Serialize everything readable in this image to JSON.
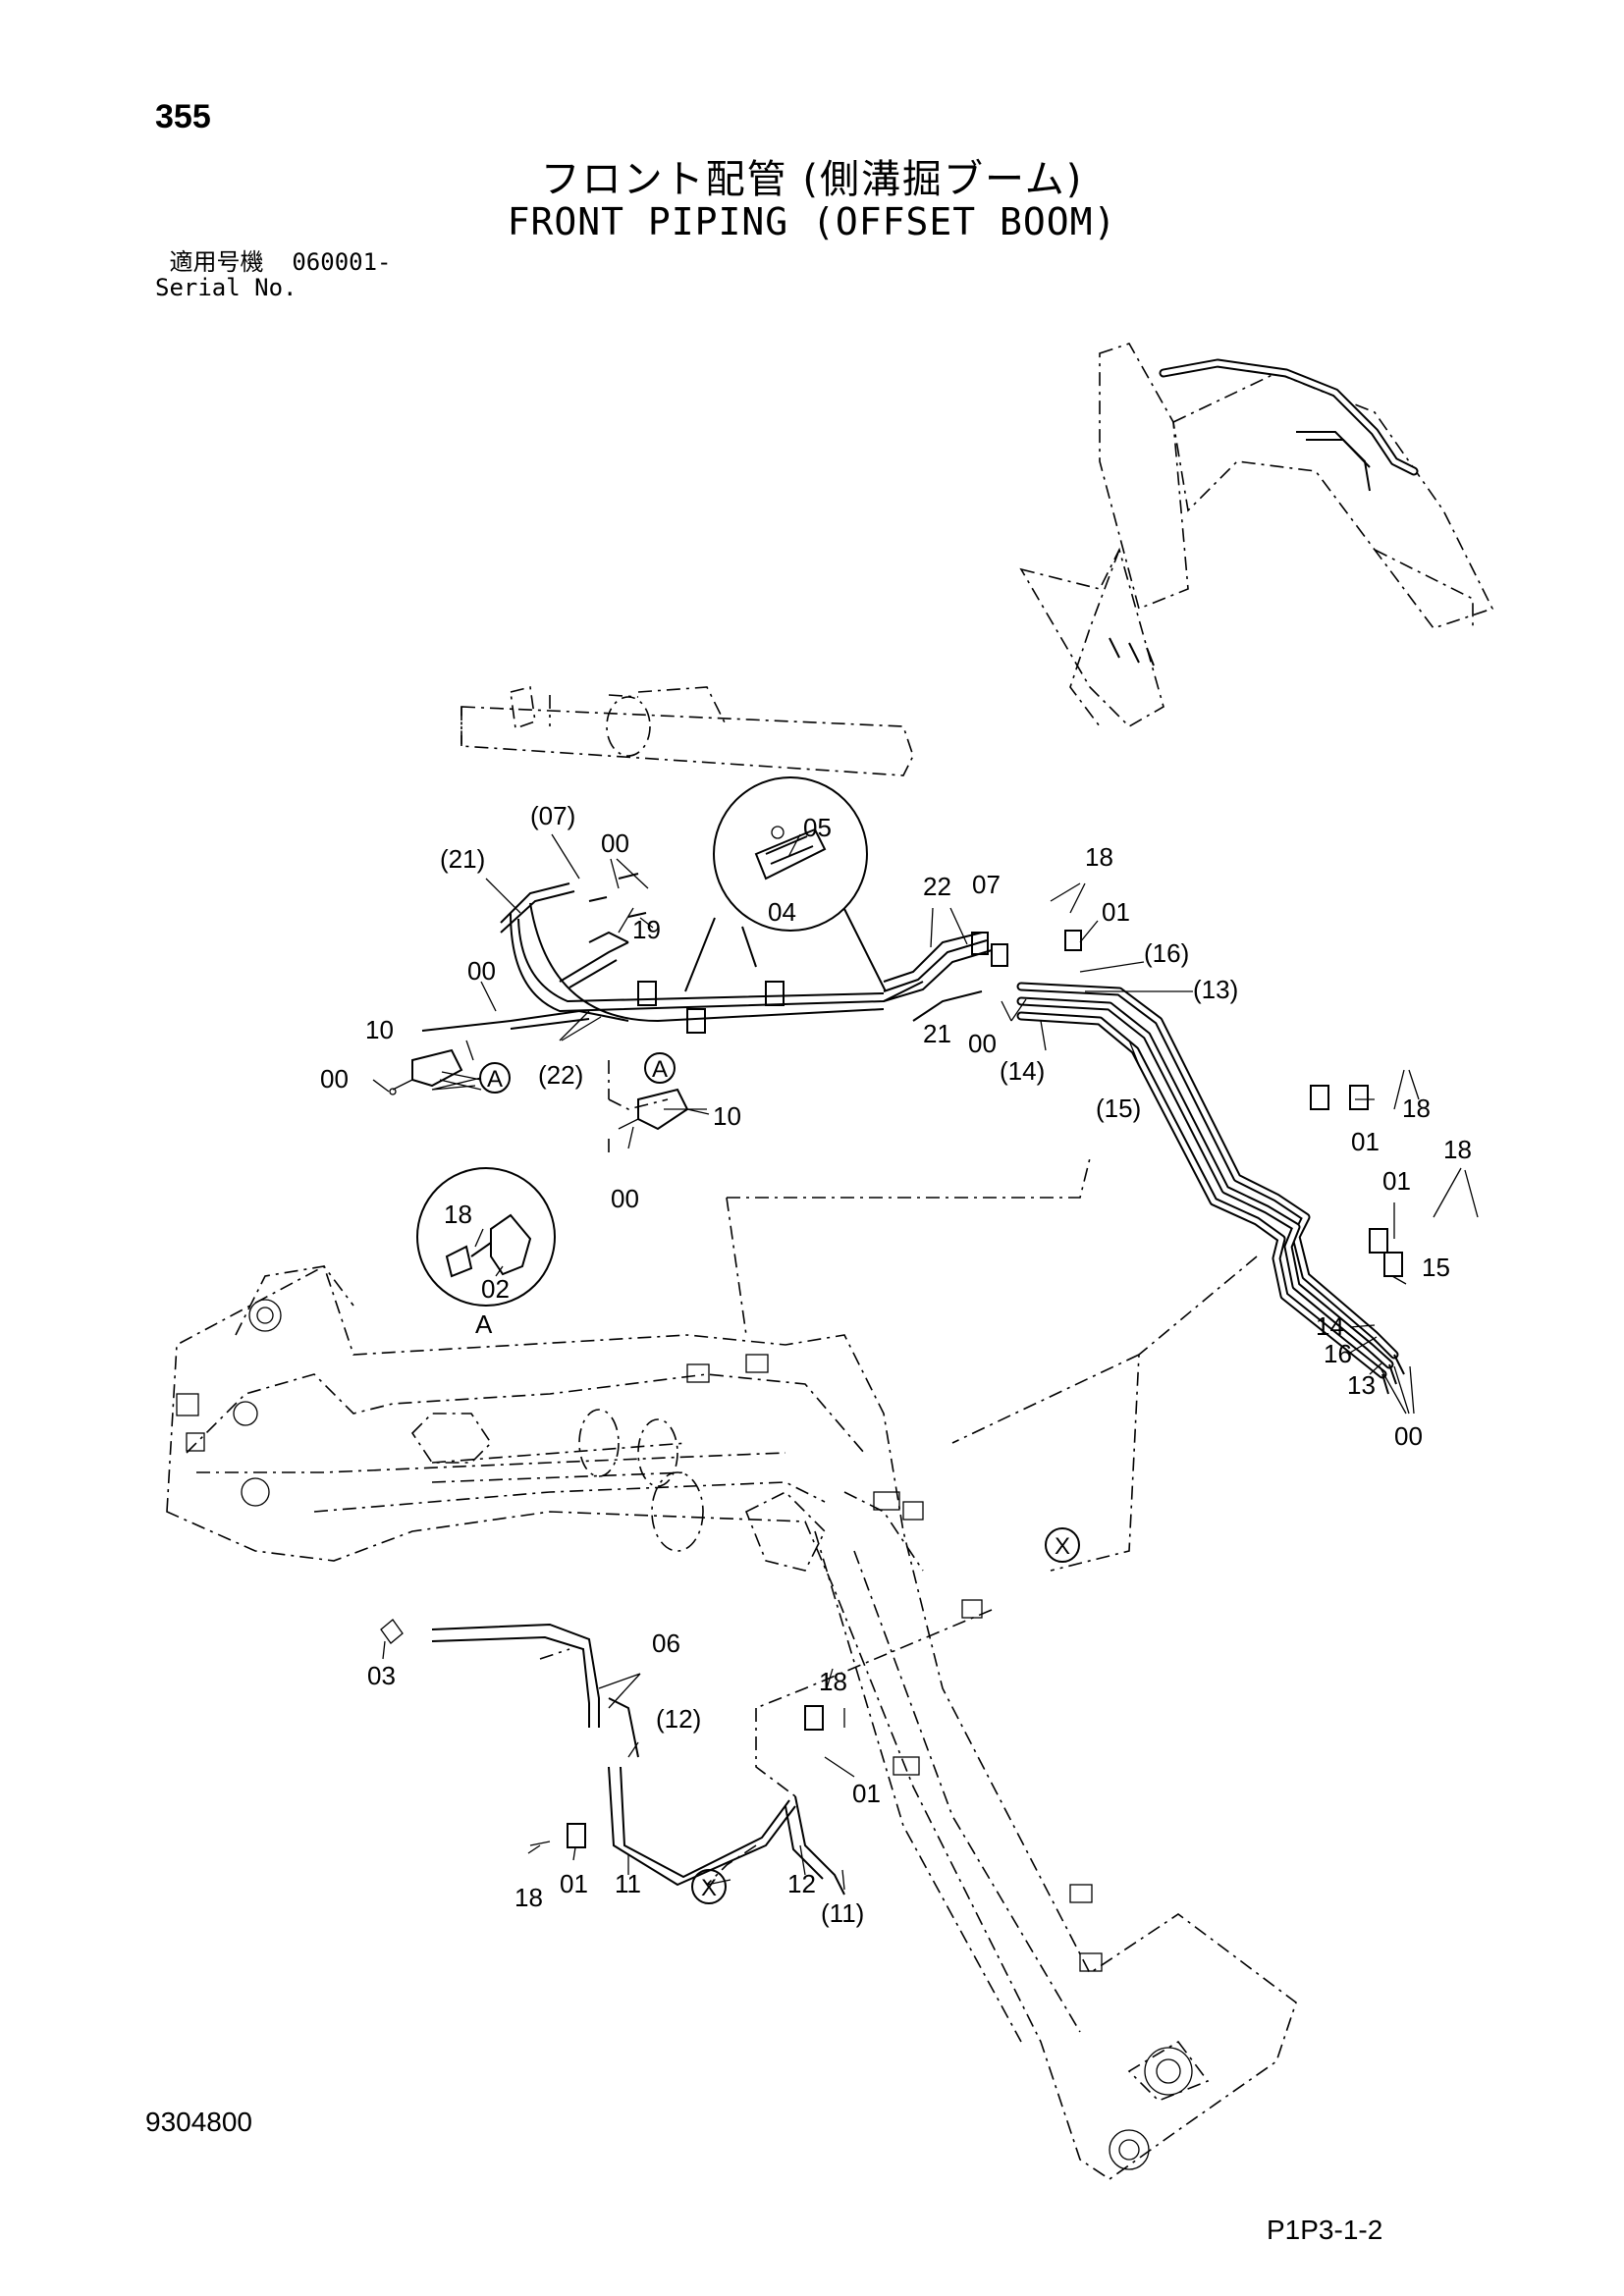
{
  "header": {
    "page_number": "355",
    "title_jp": "フロント配管 (側溝掘ブーム)",
    "title_en": "FRONT PIPING (OFFSET BOOM)",
    "serial_label_jp": "適用号機",
    "serial_value": "060001-",
    "serial_label_en": "Serial No."
  },
  "footer": {
    "doc_number": "9304800",
    "page_code": "P1P3-1-2"
  },
  "callouts": {
    "c07_top": "(07)",
    "c21_top": "(21)",
    "c00_top": "00",
    "c19": "19",
    "c05": "05",
    "c04": "04",
    "c22_mid": "22",
    "c07_mid": "07",
    "c18_top": "18",
    "c01_top": "01",
    "c16_paren": "(16)",
    "c13_paren": "(13)",
    "c00_left": "00",
    "c10_left": "10",
    "c00_far": "00",
    "cA_left": "A",
    "c22_paren": "(22)",
    "cA_mid": "A",
    "c10_mid": "10",
    "c00_mid": "00",
    "c21_mid": "21",
    "c00_pair": "00",
    "c14_paren": "(14)",
    "c15_paren": "(15)",
    "c18_right": "18",
    "c01_right": "01",
    "c18_right2": "18",
    "c01_right2": "01",
    "c15": "15",
    "c14": "14",
    "c16": "16",
    "c13": "13",
    "c00_right": "00",
    "c18_detail": "18",
    "c02_detail": "02",
    "cA_detail": "A",
    "cX_mid": "X",
    "c06": "06",
    "c03": "03",
    "c12_paren": "(12)",
    "c18_low": "18",
    "c01_low": "01",
    "c18_bottom": "18",
    "c01_bottom": "01",
    "c11": "11",
    "cX_low": "X",
    "c12": "12",
    "c11_paren": "(11)"
  }
}
